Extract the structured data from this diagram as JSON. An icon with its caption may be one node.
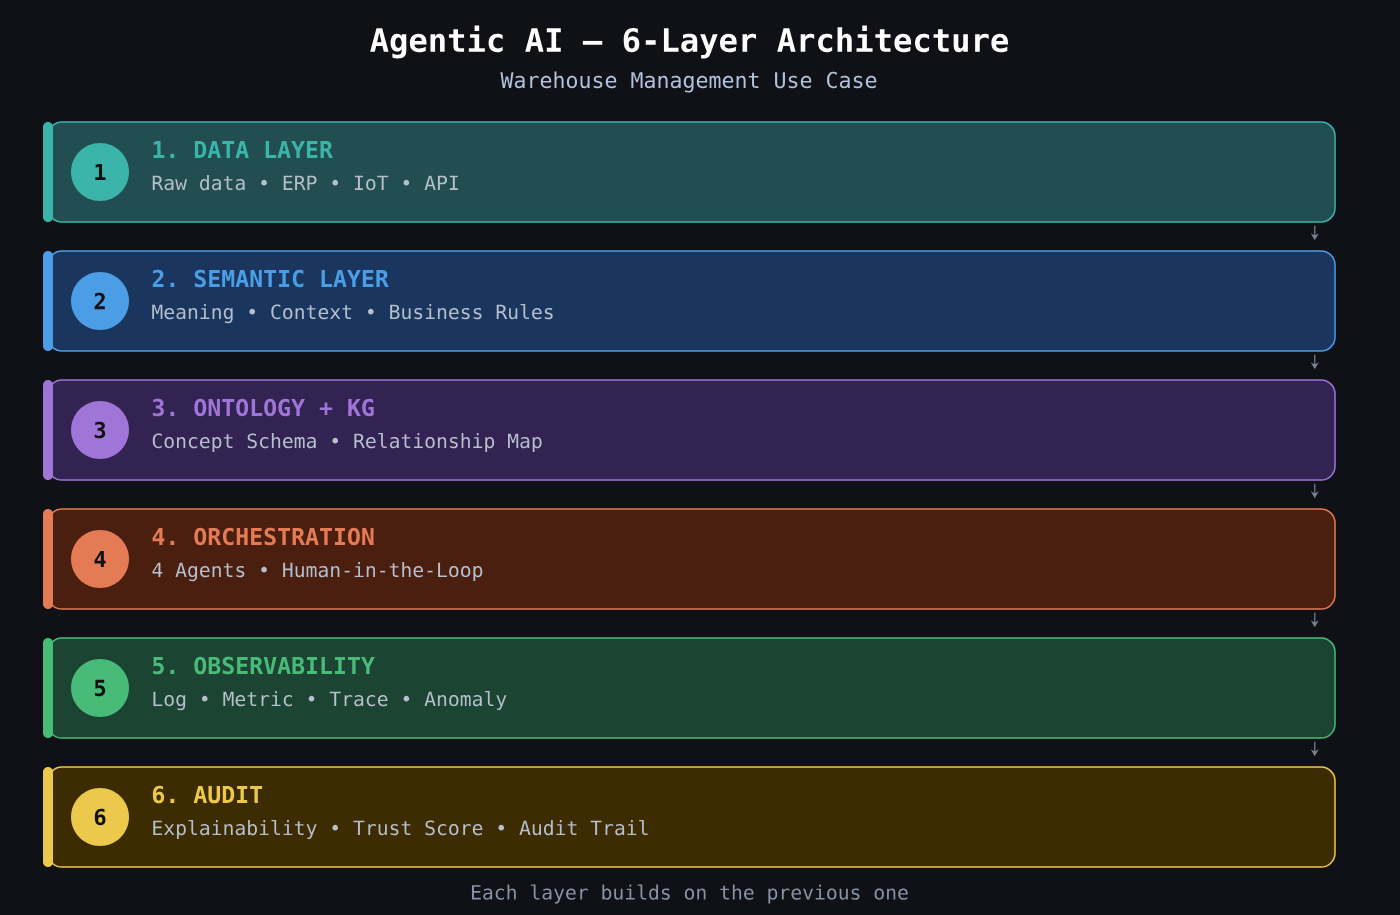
{
  "diagram": {
    "title": "Agentic AI — 6-Layer Architecture",
    "caption": "Each layer builds on the previous one",
    "nodes": [
      {
        "text": [
          "1. DATA LAYER",
          "Raw data • ERP • IoT • API"
        ]
      },
      {
        "text": [
          "1"
        ],
        "in": 0
      },
      {
        "text": [
          "2. SEMANTIC LAYER",
          "Meaning • Context • Business Rules"
        ]
      },
      {
        "text": [
          "2"
        ],
        "in": 2
      },
      {
        "text": [
          "3. ONTOLOGY + KG",
          "Concept Schema • Relationship Map"
        ]
      },
      {
        "text": [
          "3"
        ],
        "in": 4
      },
      {
        "text": [
          "4. ORCHESTRATION",
          "4 Agents • Human-in-the-Loop"
        ]
      },
      {
        "text": [
          "4"
        ],
        "in": 6
      },
      {
        "text": [
          "5. OBSERVABILITY",
          "Log • Metric • Trace • Anomaly"
        ]
      },
      {
        "text": [
          "5"
        ],
        "in": 8
      },
      {
        "text": [
          "6. AUDIT",
          "Explainability • Trust Score • Audit Trail"
        ]
      },
      {
        "text": [
          "6"
        ],
        "in": 10
      }
    ],
    "edges": [
      {
        "from": 0,
        "to": 2,
        "arrow": "to"
      },
      {
        "from": 2,
        "to": 4,
        "arrow": "to"
      },
      {
        "from": 4,
        "to": 6,
        "arrow": "to"
      },
      {
        "from": 6,
        "to": 8,
        "arrow": "to"
      },
      {
        "from": 8,
        "to": 10,
        "arrow": "to"
      }
    ],
    "labels": [
      "Warehouse Management Use Case"
    ]
  }
}
